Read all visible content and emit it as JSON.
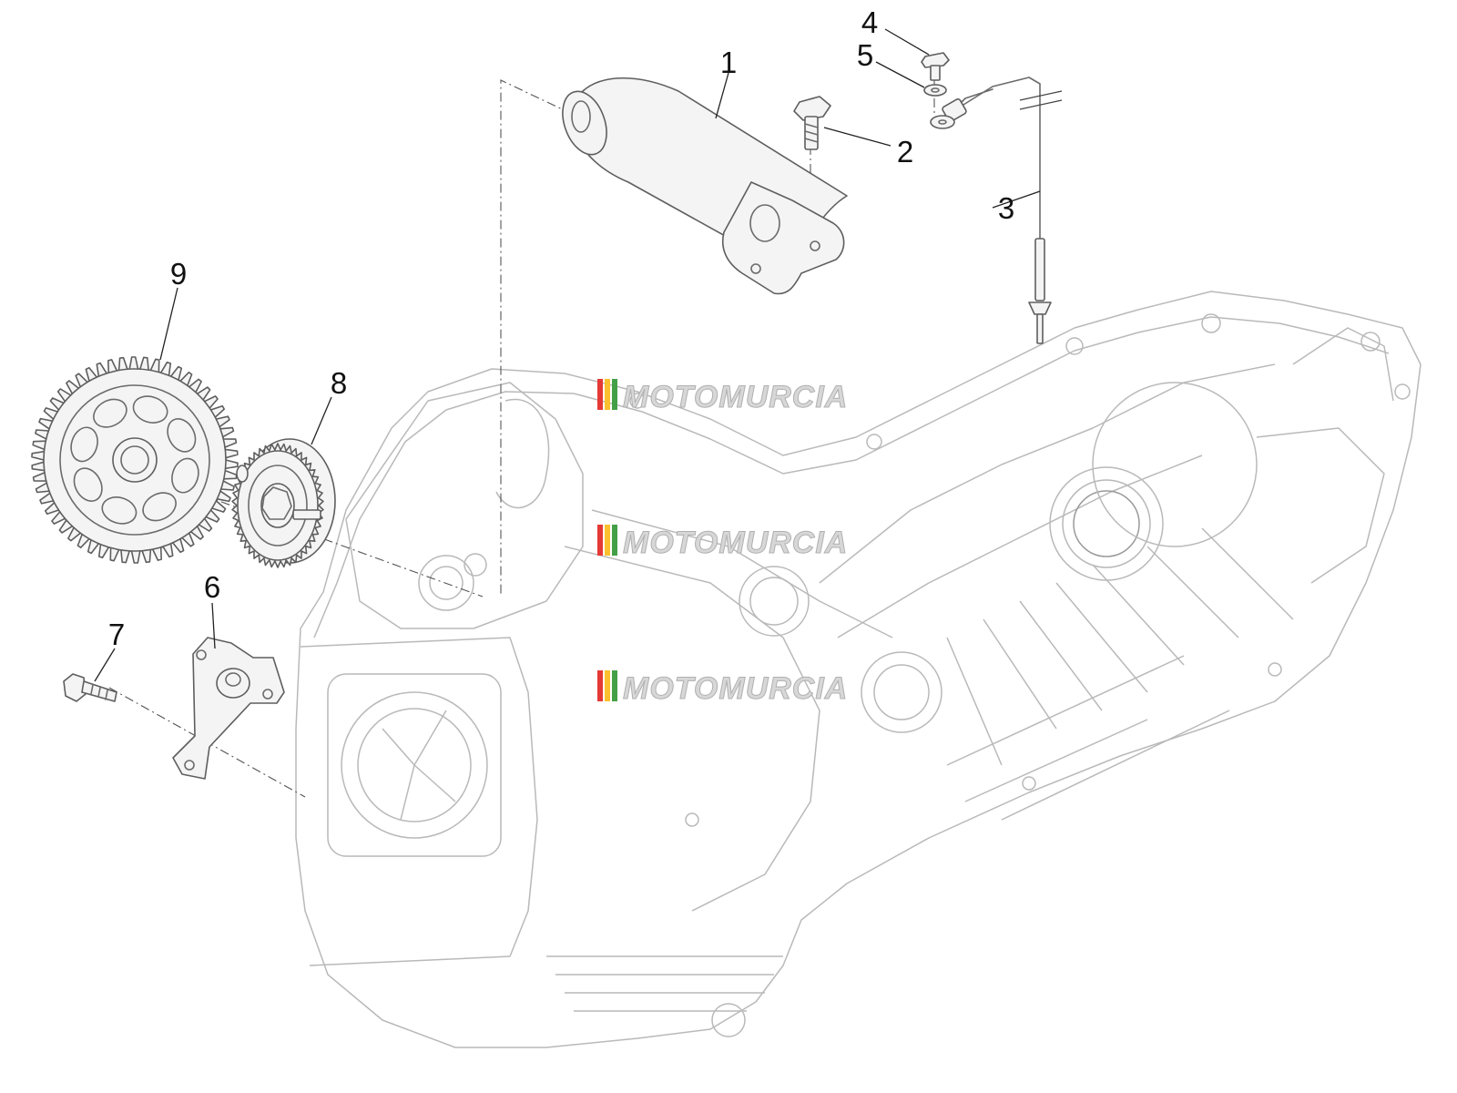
{
  "diagram": {
    "callouts": [
      {
        "number": "1",
        "part": "starter-motor"
      },
      {
        "number": "2",
        "part": "starter-bolt"
      },
      {
        "number": "3",
        "part": "starter-cable"
      },
      {
        "number": "4",
        "part": "cable-screw"
      },
      {
        "number": "5",
        "part": "cable-washer"
      },
      {
        "number": "6",
        "part": "mounting-bracket"
      },
      {
        "number": "7",
        "part": "bracket-bolt"
      },
      {
        "number": "8",
        "part": "intermediate-gear"
      },
      {
        "number": "9",
        "part": "driven-gear"
      }
    ]
  },
  "watermark": {
    "text": "MOTOMURCIA",
    "stripe_colors": [
      "#e53935",
      "#fbc02d",
      "#43a047"
    ]
  }
}
